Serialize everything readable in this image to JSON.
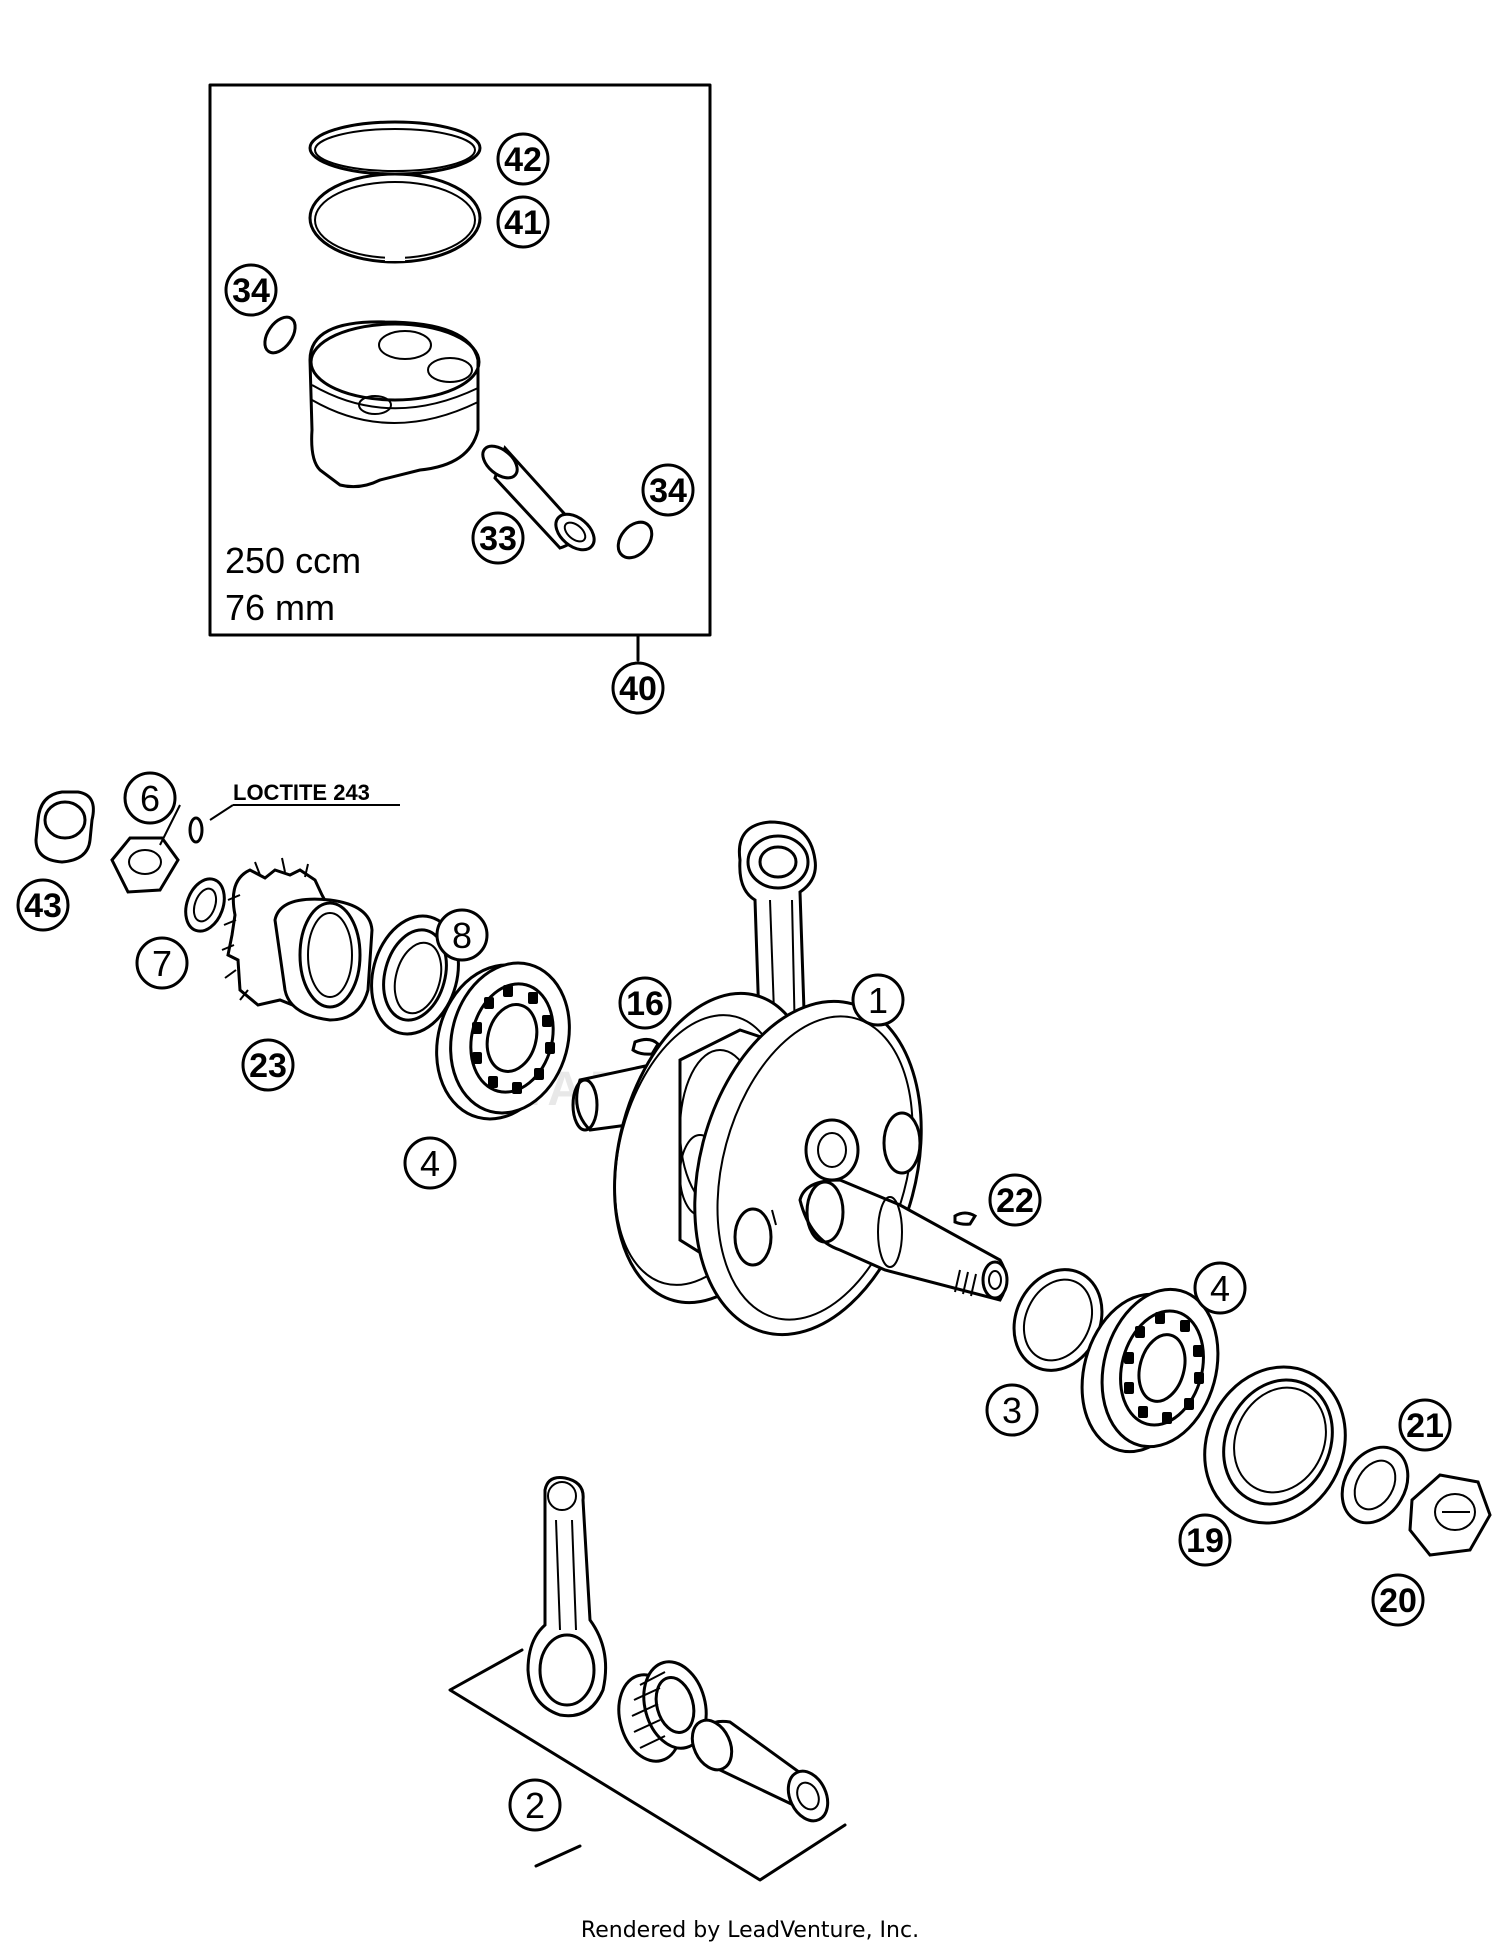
{
  "piston_kit": {
    "displacement_label": "250 ccm",
    "bore_label": "76 mm"
  },
  "notes": {
    "loctite": "LOCTITE 243"
  },
  "watermark": "LEADVENTURE",
  "footer": {
    "credit": "Rendered by LeadVenture, Inc."
  },
  "callouts": {
    "c1": "1",
    "c2": "2",
    "c3": "3",
    "c4a": "4",
    "c4b": "4",
    "c6": "6",
    "c7": "7",
    "c8": "8",
    "c16": "16",
    "c19": "19",
    "c20": "20",
    "c21": "21",
    "c22": "22",
    "c23": "23",
    "c33": "33",
    "c34a": "34",
    "c34b": "34",
    "c40": "40",
    "c41": "41",
    "c42": "42",
    "c43": "43"
  },
  "colors": {
    "line": "#000000",
    "background": "#ffffff",
    "watermark": "#e8e8e8"
  }
}
